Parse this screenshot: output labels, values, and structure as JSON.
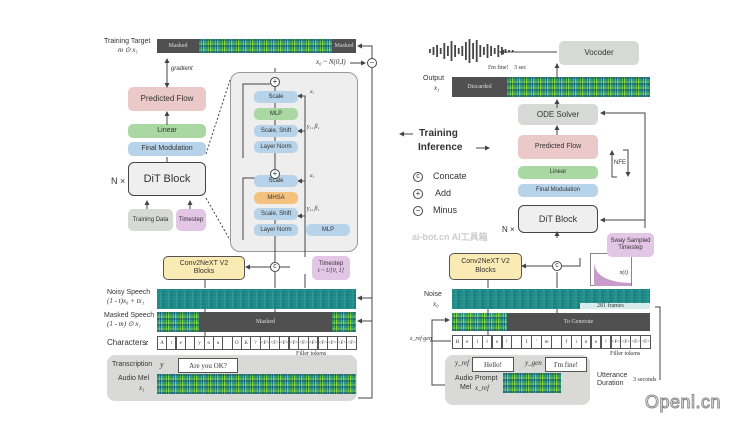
{
  "training": {
    "target_label": "Training Target",
    "target_math": "m ⊙ x₁",
    "masked_label": "Masked",
    "noise_label": "x₀ ~ N(0,I)",
    "gradient_label": "gradient",
    "predicted_flow": "Predicted Flow",
    "linear": "Linear",
    "final_modulation": "Final Modulation",
    "dit_block": "DiT Block",
    "n_times": "N ×",
    "training_data": "Training Data",
    "timestep": "Timestep",
    "dit_detail": {
      "upper": [
        "Scale",
        "MLP",
        "Scale, Shift",
        "Layer Norm"
      ],
      "lower": [
        "Scale",
        "MHSA",
        "Scale, Shift",
        "Layer Norm"
      ],
      "mlp": "MLP",
      "alpha": "α₁",
      "gamma_beta": "γ₁, β₁"
    },
    "timestep_box": "Timestep",
    "timestep_math": "t ~ U[0, 1]",
    "conv_block": "Conv2NeXT V2 Blocks",
    "noisy_speech_label": "Noisy Speech",
    "noisy_speech_math": "(1 - t)x₀ + tx₁",
    "masked_speech_label": "Masked Speech",
    "masked_speech_math": "(1 - m) ⊙ x₁",
    "characters_label": "Characters",
    "characters_math": "z",
    "characters": [
      "A",
      "r",
      "e",
      "",
      "y",
      "o",
      "u",
      "",
      "O",
      "K",
      "?",
      "<F>",
      "<F>",
      "<F>",
      "<F>",
      "<F>",
      "<F>",
      "<F>",
      "<F>",
      "<F>",
      "<F>"
    ],
    "filler_tokens": "Filler tokens",
    "transcription_label": "Transcription",
    "transcription_math": "y",
    "transcription_text": "Are you OK?",
    "audio_mel_label": "Audio Mel",
    "audio_mel_math": "x₁"
  },
  "legend": {
    "training": "Training",
    "inference": "Inference",
    "concate": "Concate",
    "add": "Add",
    "minus": "Minus",
    "concate_symbol": "c",
    "add_symbol": "+",
    "minus_symbol": "−"
  },
  "inference": {
    "vocoder": "Vocoder",
    "waveform_text": "I'm fine!",
    "waveform_duration": "3 sec",
    "output_label": "Output",
    "output_math": "x₁",
    "discarded": "Discarded",
    "ode_solver": "ODE Solver",
    "predicted_flow": "Predicted Flow",
    "nfe": "NFE",
    "linear": "Linear",
    "final_modulation": "Final Modulation",
    "dit_block": "DiT Block",
    "n_times": "N ×",
    "sway_timestep": "Sway Sampled Timestep",
    "pi_t": "π(t)",
    "conv_block": "Conv2NeXT V2 Blocks",
    "noise_label": "Noise",
    "noise_math": "x₀",
    "frames": "281 frames",
    "to_generate": "To Generate",
    "z_label": "z_ref·gen",
    "characters": [
      "H",
      "e",
      "l",
      "l",
      "o",
      "!",
      "",
      "I",
      "'",
      "m",
      "",
      "f",
      "i",
      "n",
      "e",
      "!",
      "<F>",
      "<F>",
      "<F>",
      "<F>"
    ],
    "filler_tokens": "Filler tokens",
    "y_ref": "y_ref",
    "y_ref_text": "Hello!",
    "y_gen": "y_gen",
    "y_gen_text": "I'm fine!",
    "audio_prompt_label": "Audio Prompt",
    "mel_label": "Mel",
    "x_ref": "x_ref",
    "utterance_duration": "Utterance Duration",
    "three_seconds": "3 seconds"
  },
  "watermarks": {
    "openl": "Openl.cn",
    "aibot": "ai-bot.cn AI工具箱"
  }
}
